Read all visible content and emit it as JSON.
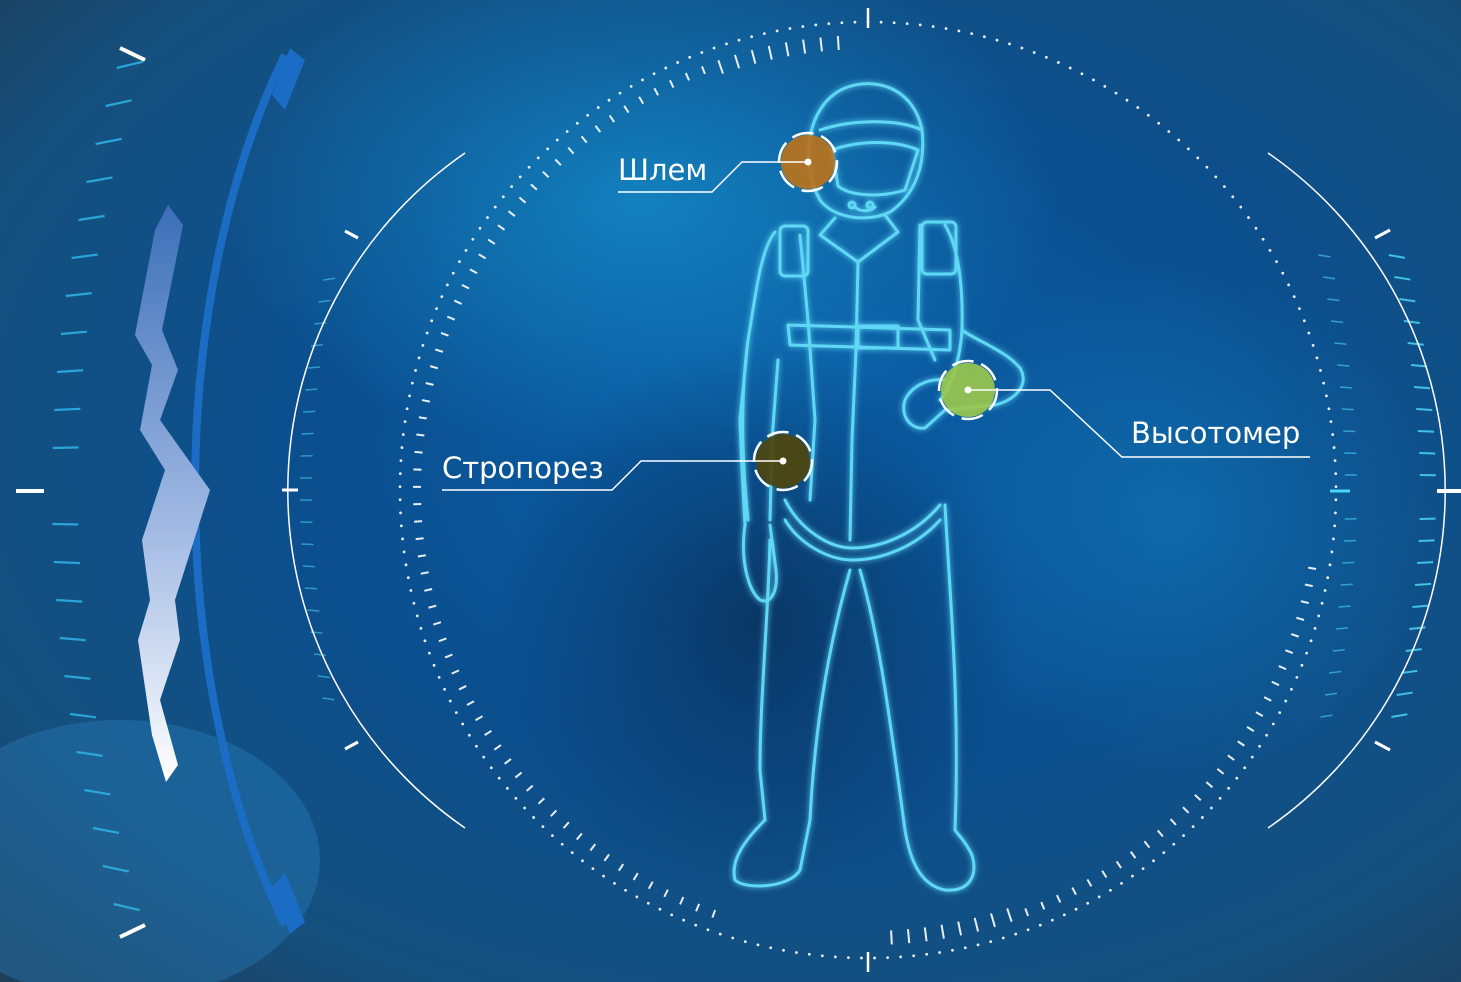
{
  "scene": {
    "colors": {
      "background_center": "#0a5fa8",
      "background_edge": "#1a3c5a",
      "accent_cyan": "#4ad6f5",
      "accent_blue": "#1b6cc4",
      "ring_white": "#ffffff"
    },
    "figure_icon": "skydiver-outline-icon"
  },
  "hotspots": [
    {
      "id": "helmet",
      "label": "Шлем",
      "color": "#b9731c",
      "icon": "helmet-marker-icon"
    },
    {
      "id": "altimeter",
      "label": "Высотомер",
      "color": "#9bc84a",
      "icon": "altimeter-marker-icon"
    },
    {
      "id": "line-cutter",
      "label": "Стропорез",
      "color": "#4d4712",
      "icon": "line-cutter-marker-icon"
    }
  ]
}
